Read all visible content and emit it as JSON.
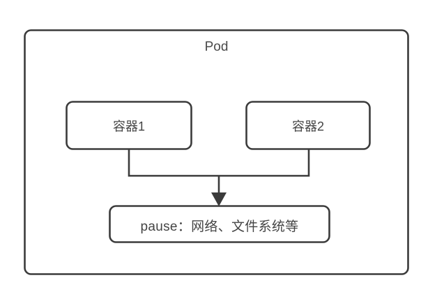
{
  "diagram": {
    "title": "Pod",
    "background_color": "#ffffff",
    "stroke_color": "#3b3b3b",
    "text_color": "#444444",
    "outer_box": {
      "name": "pod",
      "label": "Pod"
    },
    "nodes": [
      {
        "id": "container1",
        "label": "容器1"
      },
      {
        "id": "container2",
        "label": "容器2"
      },
      {
        "id": "pause",
        "label": "pause：网络、文件系统等"
      }
    ],
    "edges": [
      {
        "from": "container1",
        "to": "pause",
        "style": "orthogonal",
        "arrow": "filled-triangle"
      },
      {
        "from": "container2",
        "to": "pause",
        "style": "orthogonal",
        "arrow": "filled-triangle"
      }
    ]
  }
}
